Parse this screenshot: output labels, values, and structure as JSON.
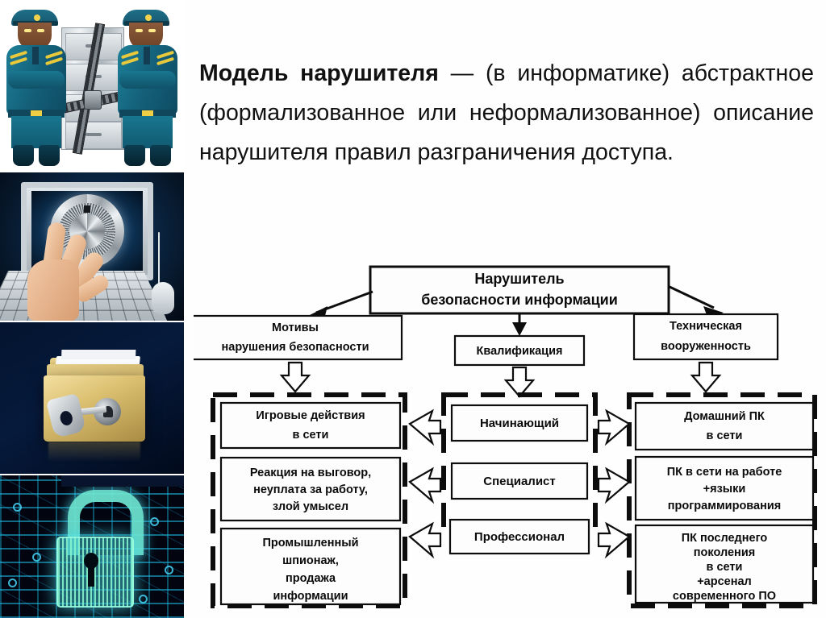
{
  "slide": {
    "title_term": "Модель нарушителя",
    "lede_rest": " — (в информатике) абстрактное (формализованное или неформализованное) описание нарушителя правил разграничения доступа."
  },
  "images": [
    {
      "name": "guards-safe-cabinet",
      "caption": "Два охранника в бирюзовой форме у металлического шкафа с цепями и замком"
    },
    {
      "name": "hand-safe-dial-monitor",
      "caption": "Рука поворачивает кодовый диск сейфа на экране монитора, клавиатура и мышь"
    },
    {
      "name": "folder-with-key-lock",
      "caption": "Жёлтая папка с документами, запертая на ключ, на тёмно-синем фоне"
    },
    {
      "name": "circuit-board-padlock",
      "caption": "Светящийся голубой замок на печатной плате"
    }
  ],
  "chart_data": {
    "type": "diagram",
    "title": "Нарушитель безопасности информации",
    "root": "Нарушитель безопасности информации",
    "categories": [
      {
        "id": "motives",
        "label": "Мотивы нарушения безопасности"
      },
      {
        "id": "qualification",
        "label": "Квалификация"
      },
      {
        "id": "technical",
        "label": "Техническая вооруженность"
      }
    ],
    "rows": [
      {
        "motive": "Игровые действия в сети",
        "qualification": "Начинающий",
        "technical": "Домашний ПК в сети"
      },
      {
        "motive": "Реакция на выговор, неуплата за работу, злой умысел",
        "qualification": "Специалист",
        "technical": "ПК в сети на работе +языки программирования"
      },
      {
        "motive": "Промышленный шпионаж, продажа информации",
        "qualification": "Профессионал",
        "technical": "ПК последнего поколения в сети +арсенал современного ПО"
      }
    ],
    "leaf_lines": {
      "motive_1": [
        "Игровые действия",
        "в сети"
      ],
      "motive_2": [
        "Реакция на выговор,",
        "неуплата за работу,",
        "злой умысел"
      ],
      "motive_3": [
        "Промышленный",
        "шпионаж,",
        "продажа",
        "информации"
      ],
      "qual_1": [
        "Начинающий"
      ],
      "qual_2": [
        "Специалист"
      ],
      "qual_3": [
        "Профессионал"
      ],
      "tech_1": [
        "Домашний ПК",
        "в сети"
      ],
      "tech_2": [
        "ПК в сети на работе",
        "+языки",
        "программирования"
      ],
      "tech_3": [
        "ПК последнего",
        "поколения",
        "в сети",
        "+арсенал",
        "современного ПО"
      ]
    },
    "category_lines": {
      "root": [
        "Нарушитель",
        "безопасности информации"
      ],
      "motives": [
        "Мотивы",
        "нарушения безопасности"
      ],
      "qualification": [
        "Квалификация"
      ],
      "technical": [
        "Техническая",
        "вооруженность"
      ]
    },
    "colors": {
      "ink": "#0d0d0d",
      "paper": "#fdfdfd"
    }
  }
}
